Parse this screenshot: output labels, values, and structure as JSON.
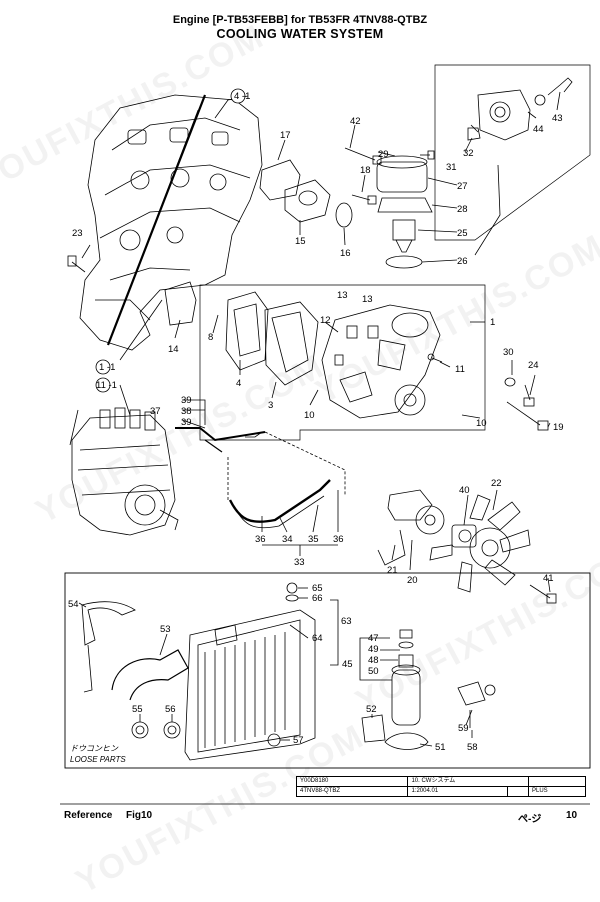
{
  "header": {
    "line1": "Engine [P-TB53FEBB] for TB53FR  4TNV88-QTBZ",
    "line2": "COOLING WATER SYSTEM"
  },
  "callouts": {
    "c4_1": "4 -1",
    "c1_1": "1 -1",
    "c11_1": "11 -1",
    "c1": "1",
    "c3": "3",
    "c4": "4",
    "c8": "8",
    "c10a": "10",
    "c10b": "10",
    "c11": "11",
    "c12": "12",
    "c13a": "13",
    "c13b": "13",
    "c14": "14",
    "c15": "15",
    "c16": "16",
    "c17": "17",
    "c18": "18",
    "c19": "19",
    "c20": "20",
    "c21": "21",
    "c22": "22",
    "c23": "23",
    "c24": "24",
    "c25": "25",
    "c26": "26",
    "c27": "27",
    "c28": "28",
    "c29": "29",
    "c30": "30",
    "c31": "31",
    "c32": "32",
    "c33": "33",
    "c34": "34",
    "c35": "35",
    "c36a": "36",
    "c36b": "36",
    "c37": "37",
    "c38": "38",
    "c39a": "39",
    "c39b": "39",
    "c40": "40",
    "c41": "41",
    "c42": "42",
    "c43": "43",
    "c44": "44",
    "c45": "45",
    "c47": "47",
    "c48": "48",
    "c49": "49",
    "c50": "50",
    "c51": "51",
    "c52": "52",
    "c53": "53",
    "c54": "54",
    "c55": "55",
    "c56": "56",
    "c57": "57",
    "c58": "58",
    "c59": "59",
    "c63": "63",
    "c64": "64",
    "c65": "65",
    "c66": "66"
  },
  "loose_parts": {
    "jp": "ドウコンヒン",
    "en": "LOOSE PARTS"
  },
  "watermark": "YOUFIXTHIS.COM",
  "title_block": {
    "code": "Y00D8180",
    "jp_title": "10.  CWシステム",
    "model": "4TNV88-QTBZ",
    "date": "1:2004.01",
    "plus": "PLUS"
  },
  "footer": {
    "reference": "Reference",
    "fig": "Fig10",
    "page_label": "ぺ-ジ",
    "page_num": "10"
  }
}
